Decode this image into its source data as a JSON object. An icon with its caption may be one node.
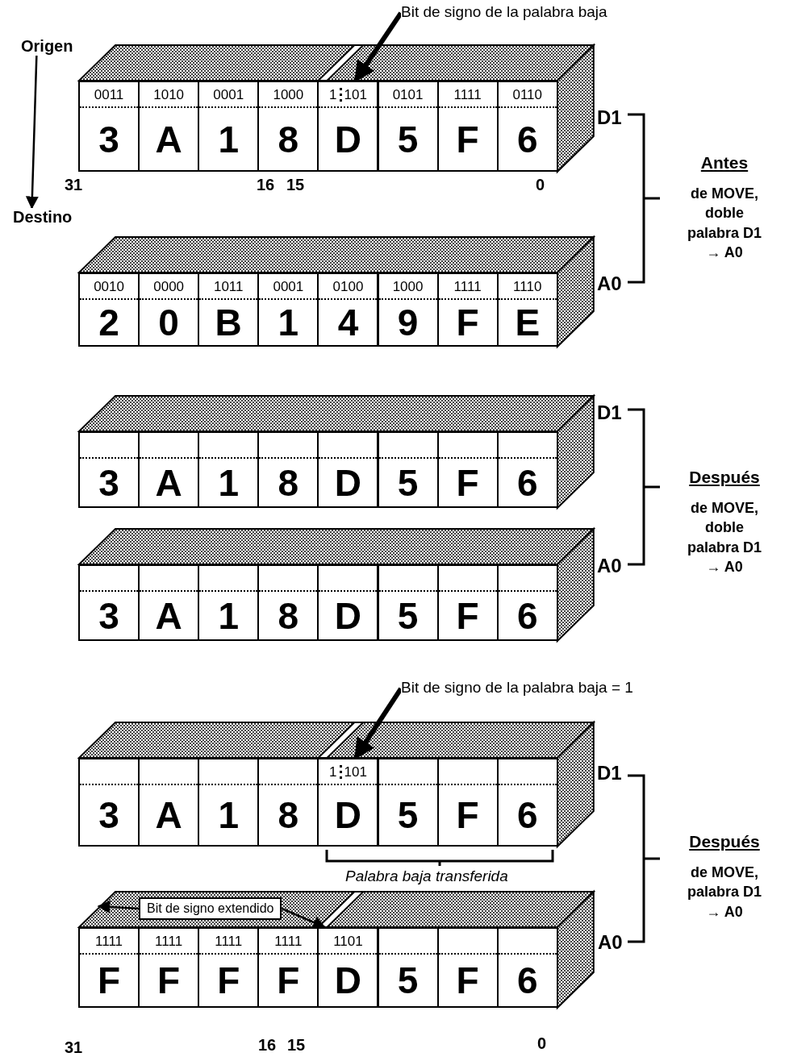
{
  "diagram": {
    "nodes": [
      {
        "text": [
          "Origen"
        ]
      },
      {
        "text": [
          "Destino"
        ]
      },
      {
        "text": [
          "Bit de signo de la palabra baja"
        ]
      },
      {
        "text": [],
        "shape": "box",
        "beside": [
          "D1"
        ]
      },
      {
        "text": [
          "0011",
          "3"
        ],
        "in": 3
      },
      {
        "text": [
          "1010",
          "A"
        ],
        "in": 3
      },
      {
        "text": [
          "0001",
          "1"
        ],
        "in": 3
      },
      {
        "text": [
          "1000",
          "8"
        ],
        "in": 3
      },
      {
        "text": [
          "1",
          "101",
          "D"
        ],
        "in": 3
      },
      {
        "text": [
          "0101",
          "5"
        ],
        "in": 3
      },
      {
        "text": [
          "1111",
          "F"
        ],
        "in": 3
      },
      {
        "text": [
          "0110",
          "6"
        ],
        "in": 3
      },
      {
        "text": [],
        "shape": "box",
        "beside": [
          "A0"
        ]
      },
      {
        "text": [
          "0010",
          "2"
        ],
        "in": 12
      },
      {
        "text": [
          "0000",
          "0"
        ],
        "in": 12
      },
      {
        "text": [
          "1011",
          "B"
        ],
        "in": 12
      },
      {
        "text": [
          "0001",
          "1"
        ],
        "in": 12
      },
      {
        "text": [
          "0100",
          "4"
        ],
        "in": 12
      },
      {
        "text": [
          "1000",
          "9"
        ],
        "in": 12
      },
      {
        "text": [
          "1111",
          "F"
        ],
        "in": 12
      },
      {
        "text": [
          "1110",
          "E"
        ],
        "in": 12
      },
      {
        "text": [],
        "shape": "box",
        "beside": [
          "D1"
        ]
      },
      {
        "text": [
          "3"
        ],
        "in": 21
      },
      {
        "text": [
          "A"
        ],
        "in": 21
      },
      {
        "text": [
          "1"
        ],
        "in": 21
      },
      {
        "text": [
          "8"
        ],
        "in": 21
      },
      {
        "text": [
          "D"
        ],
        "in": 21
      },
      {
        "text": [
          "5"
        ],
        "in": 21
      },
      {
        "text": [
          "F"
        ],
        "in": 21
      },
      {
        "text": [
          "6"
        ],
        "in": 21
      },
      {
        "text": [],
        "shape": "box",
        "beside": [
          "A0"
        ]
      },
      {
        "text": [
          "3"
        ],
        "in": 30
      },
      {
        "text": [
          "A"
        ],
        "in": 30
      },
      {
        "text": [
          "1"
        ],
        "in": 30
      },
      {
        "text": [
          "8"
        ],
        "in": 30
      },
      {
        "text": [
          "D"
        ],
        "in": 30
      },
      {
        "text": [
          "5"
        ],
        "in": 30
      },
      {
        "text": [
          "F"
        ],
        "in": 30
      },
      {
        "text": [
          "6"
        ],
        "in": 30
      },
      {
        "text": [
          "Bit de signo de la palabra baja = 1"
        ]
      },
      {
        "text": [],
        "shape": "box",
        "beside": [
          "D1"
        ]
      },
      {
        "text": [
          "3"
        ],
        "in": 40
      },
      {
        "text": [
          "A"
        ],
        "in": 40
      },
      {
        "text": [
          "1"
        ],
        "in": 40
      },
      {
        "text": [
          "8"
        ],
        "in": 40
      },
      {
        "text": [
          "1",
          "101",
          "D"
        ],
        "in": 40
      },
      {
        "text": [
          "5"
        ],
        "in": 40
      },
      {
        "text": [
          "F"
        ],
        "in": 40
      },
      {
        "text": [
          "6"
        ],
        "in": 40
      },
      {
        "text": [],
        "shape": "box",
        "beside": [
          "A0"
        ]
      },
      {
        "text": [
          "Bit de signo extendido"
        ],
        "in": 49
      },
      {
        "text": [
          "1111",
          "F"
        ],
        "in": 49
      },
      {
        "text": [
          "1111",
          "F"
        ],
        "in": 49
      },
      {
        "text": [
          "1111",
          "F"
        ],
        "in": 49
      },
      {
        "text": [
          "1111",
          "F"
        ],
        "in": 49
      },
      {
        "text": [
          "1101",
          "D"
        ],
        "in": 49
      },
      {
        "text": [
          "5"
        ],
        "in": 49
      },
      {
        "text": [
          "F"
        ],
        "in": 49
      },
      {
        "text": [
          "6"
        ],
        "in": 49
      }
    ],
    "edges": [
      {
        "from": 0,
        "to": 1,
        "arrow": "to"
      },
      {
        "from": 2,
        "to": 8,
        "arrow": "to",
        "style": "thick"
      },
      {
        "from": 39,
        "to": 45,
        "arrow": "to",
        "style": "thick"
      },
      {
        "from": 50,
        "to": null,
        "arrow": "to"
      },
      {
        "from": 50,
        "to": 55,
        "arrow": "to"
      }
    ],
    "labels": [
      "31",
      "16",
      "15",
      "0",
      "Antes",
      "de MOVE, doble palabra D1 → A0",
      "Después",
      "de MOVE, doble palabra D1 → A0",
      "Palabra baja transferida",
      "Después",
      "de MOVE, palabra D1 → A0",
      "31",
      "16",
      "15",
      "0"
    ]
  }
}
